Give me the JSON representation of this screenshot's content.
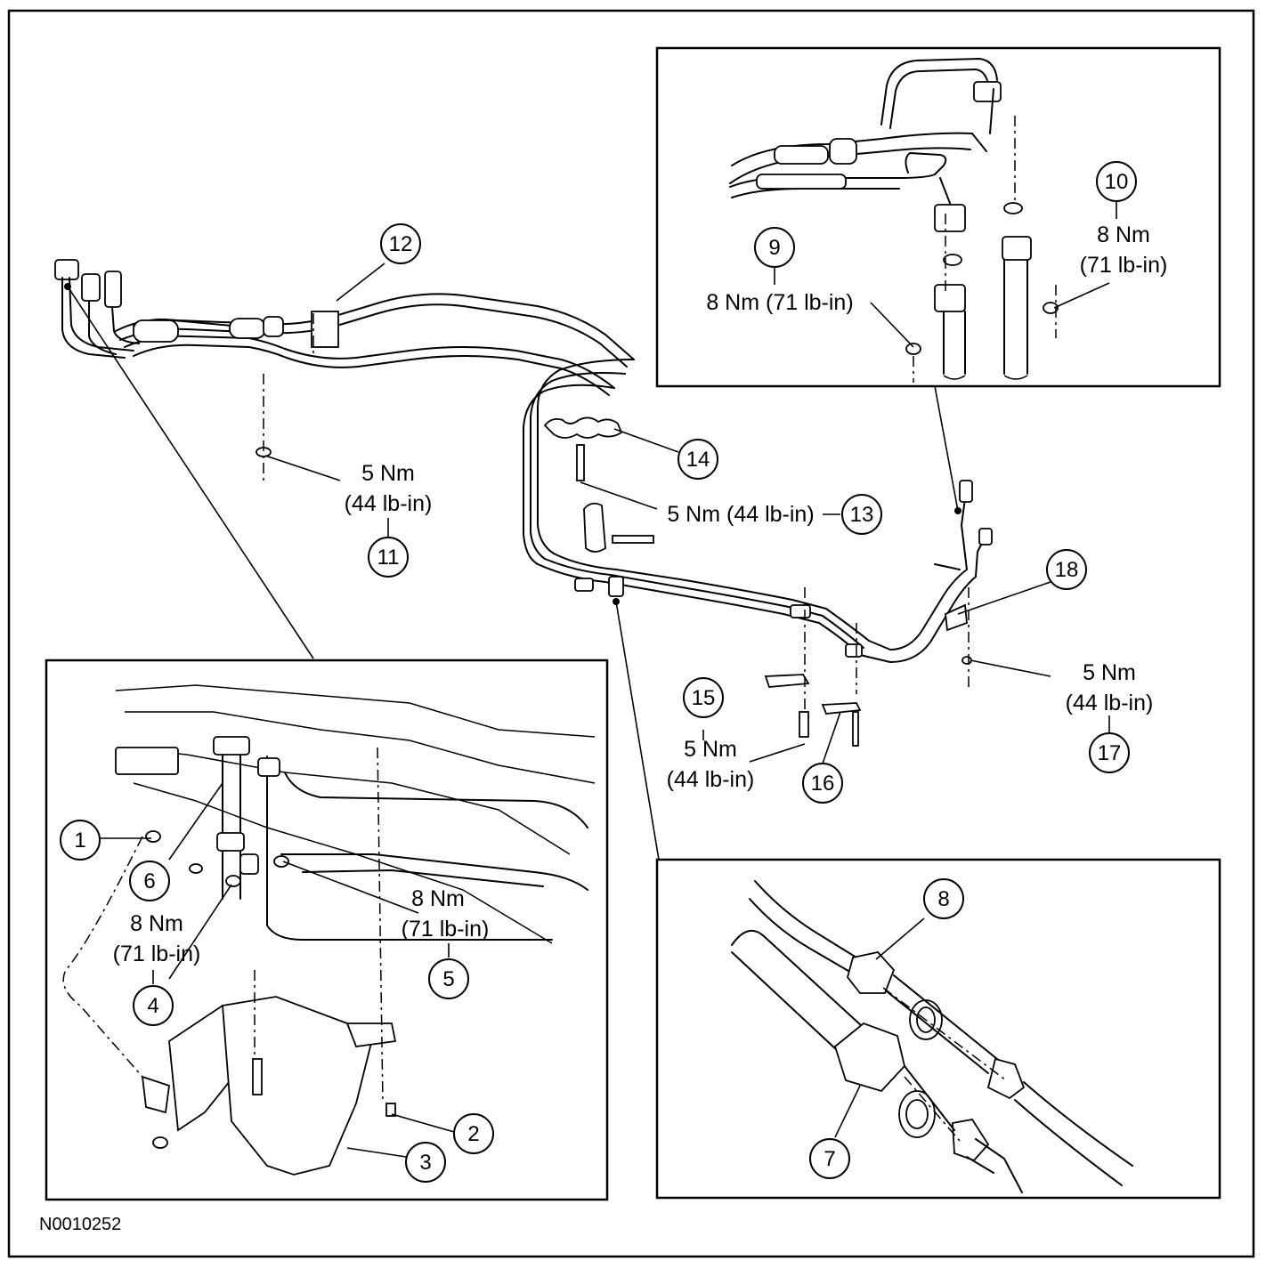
{
  "figure_id": "N0010252",
  "callouts": [
    "1",
    "2",
    "3",
    "4",
    "5",
    "6",
    "7",
    "8",
    "9",
    "10",
    "11",
    "12",
    "13",
    "14",
    "15",
    "16",
    "17",
    "18"
  ],
  "torque": {
    "t9": [
      "8 Nm (71 lb-in)"
    ],
    "t10": [
      "8 Nm",
      "(71 lb-in)"
    ],
    "t11": [
      "5 Nm",
      "(44 lb-in)"
    ],
    "t13": [
      "5 Nm (44 lb-in)"
    ],
    "t15": [
      "5 Nm",
      "(44 lb-in)"
    ],
    "t17": [
      "5 Nm",
      "(44 lb-in)"
    ],
    "t4": [
      "8 Nm",
      "(71 lb-in)"
    ],
    "t5": [
      "8 Nm",
      "(71 lb-in)"
    ]
  }
}
